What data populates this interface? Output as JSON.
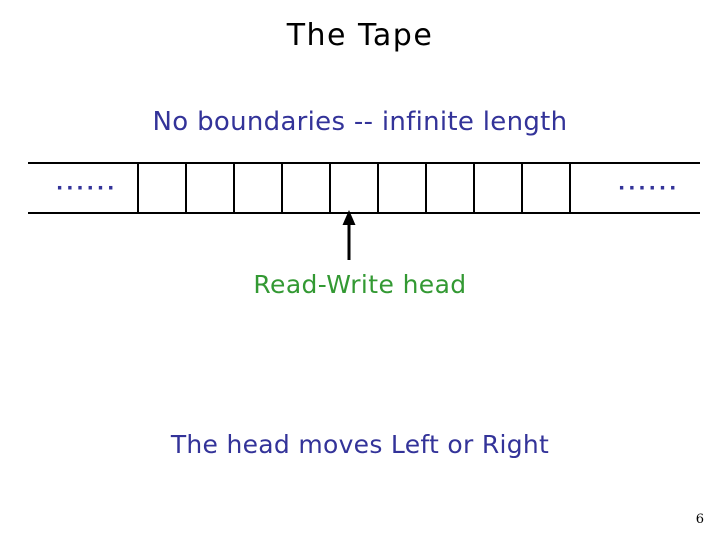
{
  "slide": {
    "title": "The Tape",
    "subtitle": "No boundaries -- infinite length",
    "head_label": "Read-Write head",
    "move_label": "The head moves Left or Right",
    "page_number": "6",
    "background_color": "#ffffff"
  },
  "colors": {
    "title": "#000000",
    "accent_blue": "#333399",
    "accent_green": "#339933",
    "line": "#000000"
  },
  "tape": {
    "left_ellipsis": "······",
    "right_ellipsis": "······",
    "cell_count": 9,
    "divider_positions": [
      109,
      157,
      205,
      253,
      301,
      349,
      397,
      445,
      493,
      541
    ],
    "cells": [
      "",
      "",
      "",
      "",
      "",
      "",
      "",
      "",
      ""
    ],
    "head_cell_index": 4,
    "head_arrow_icon": "up-arrow-icon"
  }
}
